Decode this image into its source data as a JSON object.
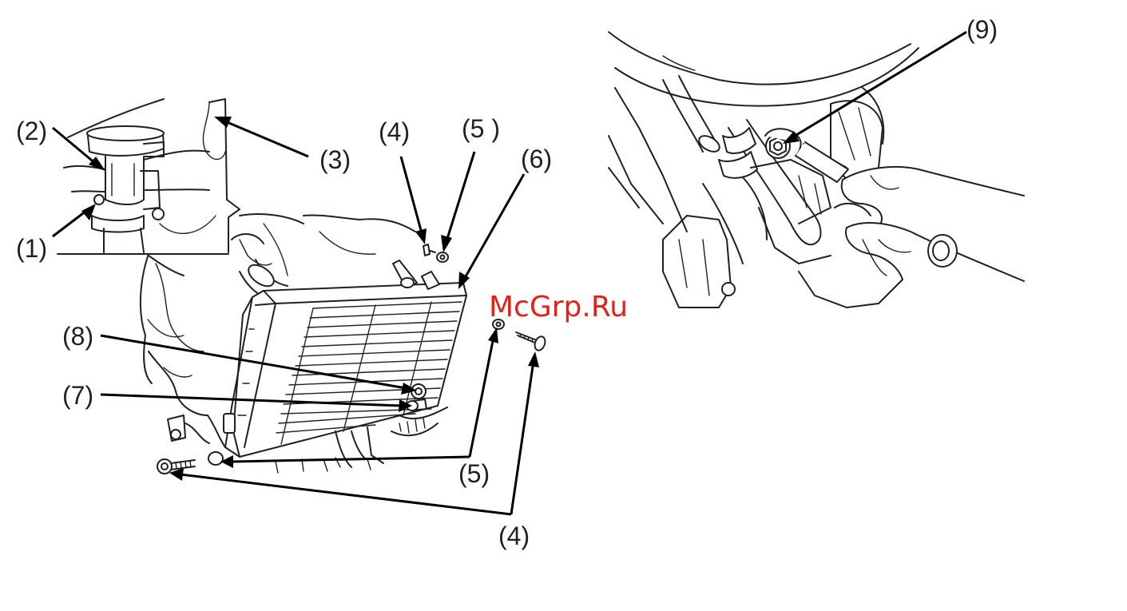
{
  "callouts": {
    "c1": "(1)",
    "c2": "(2)",
    "c3": "(3)",
    "c4_top": "(4)",
    "c5_top": "(5 )",
    "c6": "(6)",
    "c7": "(7)",
    "c8": "(8)",
    "c5_bottom": "(5)",
    "c4_bottom": "(4)",
    "c9": "(9)"
  },
  "watermark": "McGrp.Ru",
  "colors": {
    "line": "#231f20",
    "watermark": "#e2231a"
  }
}
